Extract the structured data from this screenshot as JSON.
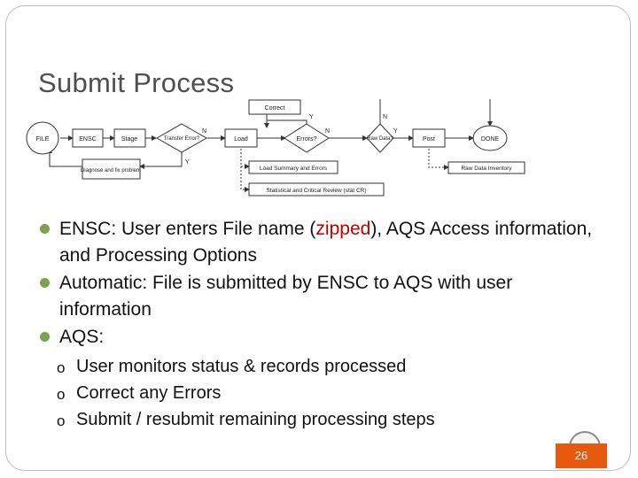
{
  "slide": {
    "title": "Submit Process",
    "page_number": "26",
    "accent_color": "#e8590c",
    "bullet_color": "#7aa34d"
  },
  "diagram": {
    "nodes": {
      "file": "FILE",
      "ensc": "ENSC",
      "stage": "Stage",
      "transfer_error": "Transfer Error?",
      "load": "Load",
      "errors": "Errors?",
      "raw_data": "Raw Data?",
      "post": "Post",
      "done": "DONE",
      "correct": "Correct",
      "diagnose": "Diagnose and fix problem",
      "load_summary": "Load Summary and Errors",
      "stat_review": "Statistical and Critical Review (stat CR)",
      "raw_inventory": "Raw Data Inventory"
    },
    "edge_labels": {
      "n1": "N",
      "n2": "N",
      "n3": "N",
      "y1": "Y",
      "y2": "Y",
      "y3": "Y"
    }
  },
  "bullets": {
    "b1_pre": "ENSC: User enters File name (",
    "b1_red": "zipped",
    "b1_post": "), AQS Access information, and Processing Options",
    "b2": "Automatic:  File is submitted by ENSC to AQS with user information",
    "b3": "AQS:",
    "sub_marker": "o",
    "sub1": "User monitors status & records processed",
    "sub2": "Correct any Errors",
    "sub3": "Submit / resubmit remaining processing steps"
  }
}
